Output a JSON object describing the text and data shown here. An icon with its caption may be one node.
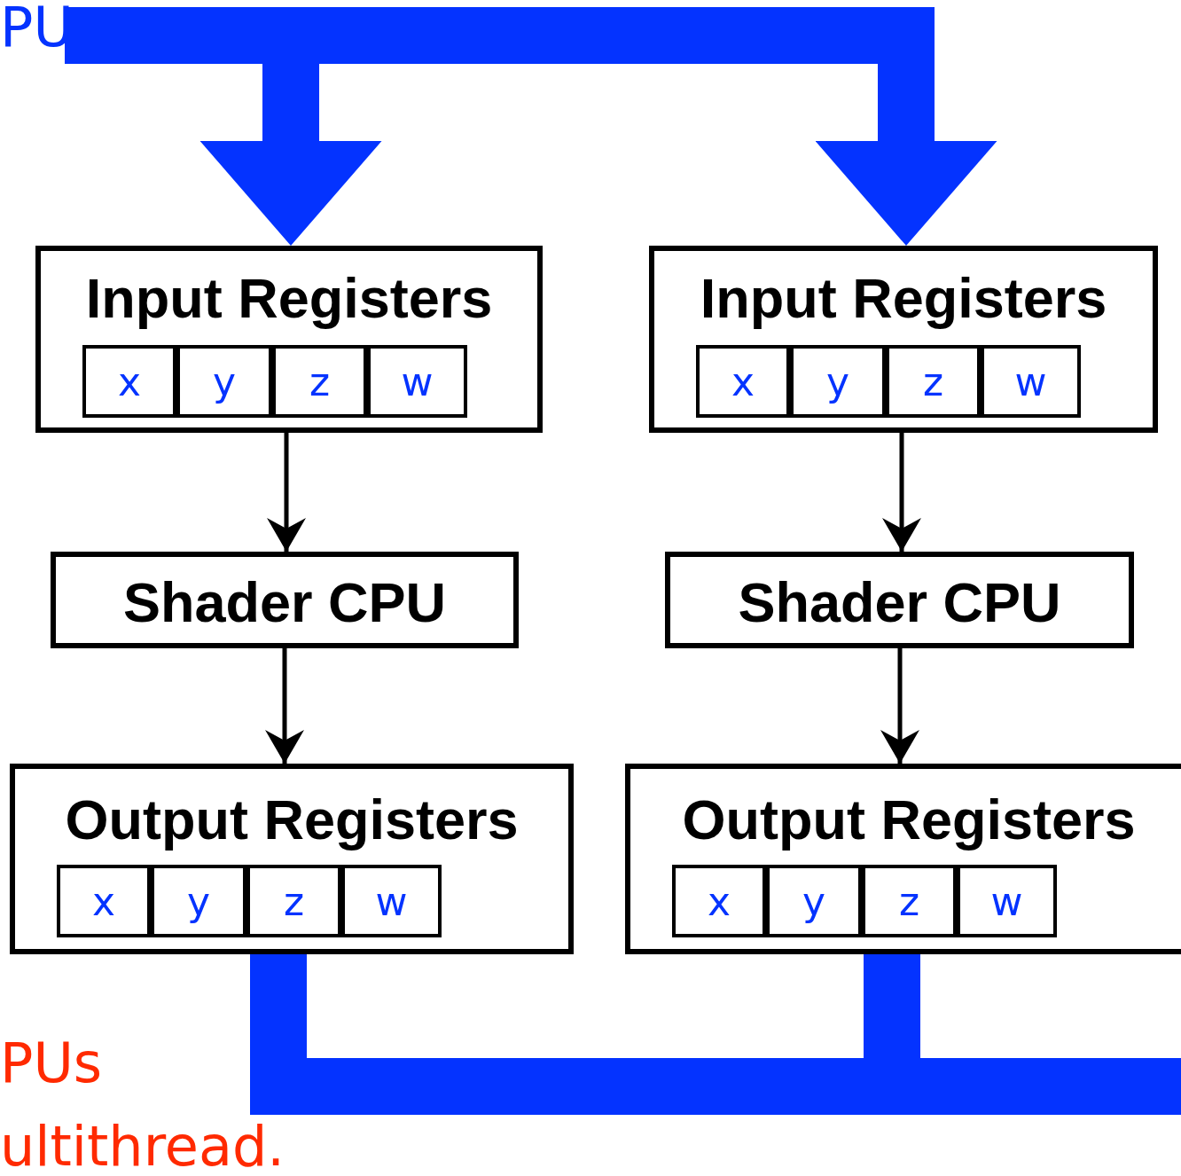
{
  "diagram": {
    "nodes": [
      {
        "text": [
          "Input Registers"
        ]
      },
      {
        "text": [
          "x"
        ],
        "in": 0
      },
      {
        "text": [
          "y"
        ],
        "in": 0
      },
      {
        "text": [
          "z"
        ],
        "in": 0
      },
      {
        "text": [
          "w"
        ],
        "in": 0
      },
      {
        "text": [
          "Shader CPU"
        ]
      },
      {
        "text": [
          "Output Registers"
        ]
      },
      {
        "text": [
          "x"
        ],
        "in": 6
      },
      {
        "text": [
          "y"
        ],
        "in": 6
      },
      {
        "text": [
          "z"
        ],
        "in": 6
      },
      {
        "text": [
          "w"
        ],
        "in": 6
      },
      {
        "text": [
          "Input Registers"
        ]
      },
      {
        "text": [
          "x"
        ],
        "in": 11
      },
      {
        "text": [
          "y"
        ],
        "in": 11
      },
      {
        "text": [
          "z"
        ],
        "in": 11
      },
      {
        "text": [
          "w"
        ],
        "in": 11
      },
      {
        "text": [
          "Shader CPU"
        ]
      },
      {
        "text": [
          "Output Registers"
        ]
      },
      {
        "text": [
          "x"
        ],
        "in": 17
      },
      {
        "text": [
          "y"
        ],
        "in": 17
      },
      {
        "text": [
          "z"
        ],
        "in": 17
      },
      {
        "text": [
          "w"
        ],
        "in": 17
      }
    ],
    "edges": [
      {
        "from": null,
        "to": 0,
        "arrow": "to",
        "style": "thick",
        "color": "#0433ff"
      },
      {
        "from": null,
        "to": 11,
        "arrow": "to",
        "style": "thick",
        "color": "#0433ff"
      },
      {
        "from": 0,
        "to": 5,
        "arrow": "to",
        "color": "#000000"
      },
      {
        "from": 5,
        "to": 6,
        "arrow": "to",
        "color": "#000000"
      },
      {
        "from": 11,
        "to": 16,
        "arrow": "to",
        "color": "#000000"
      },
      {
        "from": 16,
        "to": 17,
        "arrow": "to",
        "color": "#000000"
      },
      {
        "from": 6,
        "to": null,
        "arrow": "none",
        "style": "thick",
        "color": "#0433ff"
      },
      {
        "from": 17,
        "to": null,
        "arrow": "none",
        "style": "thick",
        "color": "#0433ff"
      }
    ],
    "labels": [
      "PU",
      "PUs",
      "ultithread."
    ]
  }
}
